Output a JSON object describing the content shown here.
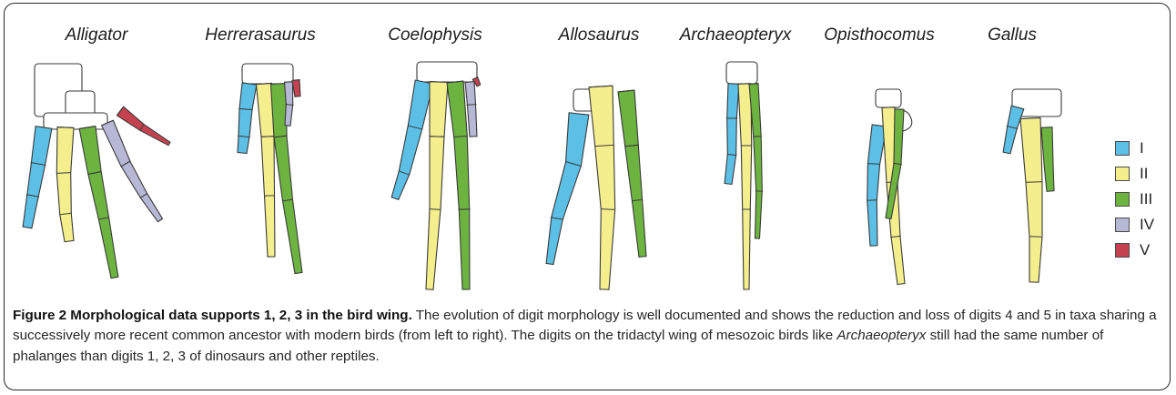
{
  "figure": {
    "taxa": [
      "Alligator",
      "Herrerasaurus",
      "Coelophysis",
      "Allosaurus",
      "Archaeopteryx",
      "Opisthocomus",
      "Gallus"
    ],
    "legend": [
      {
        "label": "I",
        "color": "#5bbfe6"
      },
      {
        "label": "II",
        "color": "#f5ee8c"
      },
      {
        "label": "III",
        "color": "#6db33f"
      },
      {
        "label": "IV",
        "color": "#b7b7d6"
      },
      {
        "label": "V",
        "color": "#c4424f"
      }
    ],
    "bone_colors": {
      "carpal": "#ffffff",
      "outline": "#3a3a3a"
    }
  },
  "caption": {
    "title": "Figure 2 Morphological data supports 1, 2, 3 in the bird wing.",
    "body_part1": " The evolution of digit morphology is well documented and shows the reduction and loss of digits 4 and 5 in taxa sharing a successively more recent common ancestor with modern birds (from left to right). The digits on the tridactyl wing of mesozoic birds like ",
    "body_italic": "Archaeopteryx",
    "body_part2": " still had the same number of phalanges than digits 1, 2, 3 of dinosaurs and other reptiles."
  }
}
